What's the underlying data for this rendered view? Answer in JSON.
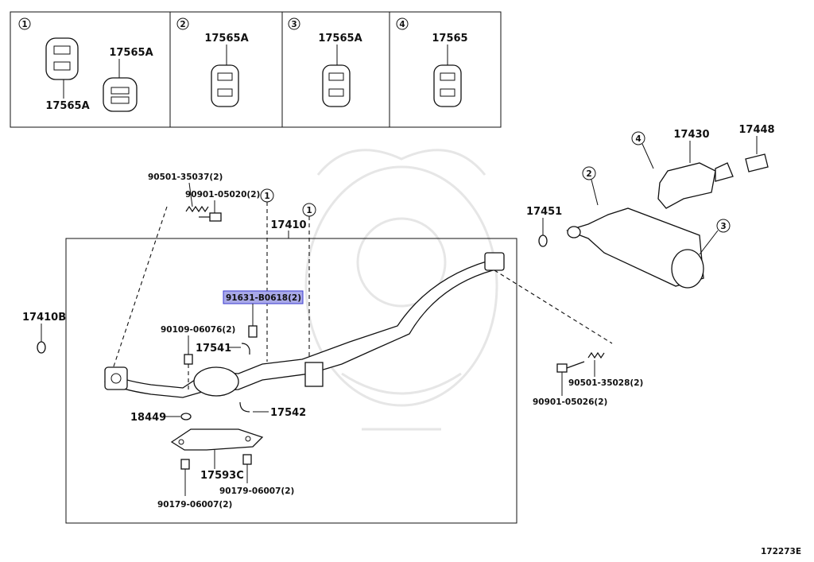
{
  "inset_panels": [
    {
      "index": "1",
      "parts": [
        "17565A",
        "17565A"
      ]
    },
    {
      "index": "2",
      "parts": [
        "17565A"
      ]
    },
    {
      "index": "3",
      "parts": [
        "17565A"
      ]
    },
    {
      "index": "4",
      "parts": [
        "17565"
      ]
    }
  ],
  "circle_marks": {
    "one": "1",
    "two": "2",
    "three": "3",
    "four": "4"
  },
  "callouts": {
    "p90501_35037": "90501-35037(2)",
    "p90901_05020": "90901-05020(2)",
    "p17410": "17410",
    "p91631_B0618": "91631-B0618(2)",
    "p17410B": "17410B",
    "p90109_06076": "90109-06076(2)",
    "p17541": "17541",
    "p18449": "18449",
    "p17542": "17542",
    "p17593C": "17593C",
    "p90179_06007_a": "90179-06007(2)",
    "p90179_06007_b": "90179-06007(2)",
    "p17430": "17430",
    "p17448": "17448",
    "p17451": "17451",
    "p90501_35028": "90501-35028(2)",
    "p90901_05026": "90901-05026(2)"
  },
  "highlight": {
    "part": "91631-B0618(2)",
    "fill_color": "#a9a9e8",
    "border_color": "#3a3ad0"
  },
  "illustration_code": "172273E"
}
